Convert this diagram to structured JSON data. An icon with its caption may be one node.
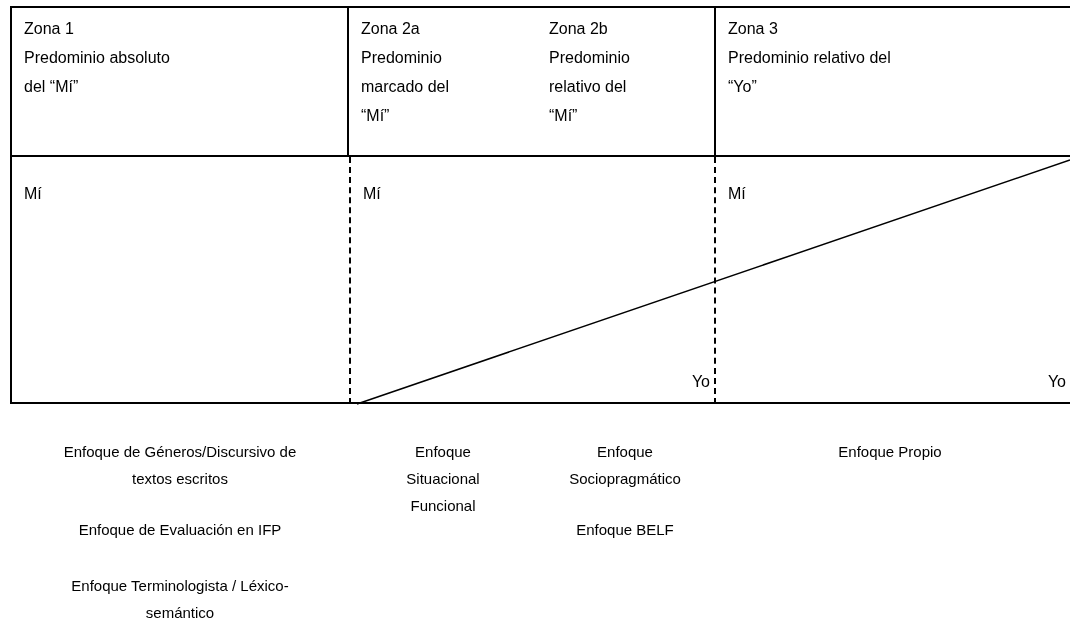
{
  "diagram": {
    "nodes": [
      {
        "text": [
          "Zona 1",
          "Predominio absoluto del “Mí”"
        ]
      },
      {
        "text": [
          "Zona 2a",
          "Predominio marcado del “Mí”",
          "Zona 2b",
          "Predominio relativo del “Mí”"
        ]
      },
      {
        "text": [
          "Zona 3",
          "Predominio relativo del “Yo”"
        ]
      },
      {
        "text": [
          "Mí"
        ]
      },
      {
        "text": [
          "Mí",
          "Yo"
        ]
      },
      {
        "text": [
          "Mí",
          "Yo"
        ]
      }
    ],
    "labels": [
      "Enfoque de Géneros/Discursivo de textos escritos",
      "Enfoque Situacional Funcional",
      "Enfoque Sociopragmático",
      "Enfoque Propio",
      "Enfoque de Evaluación en IFP",
      "Enfoque BELF",
      "Enfoque Terminologista / Léxico-semántico"
    ]
  }
}
